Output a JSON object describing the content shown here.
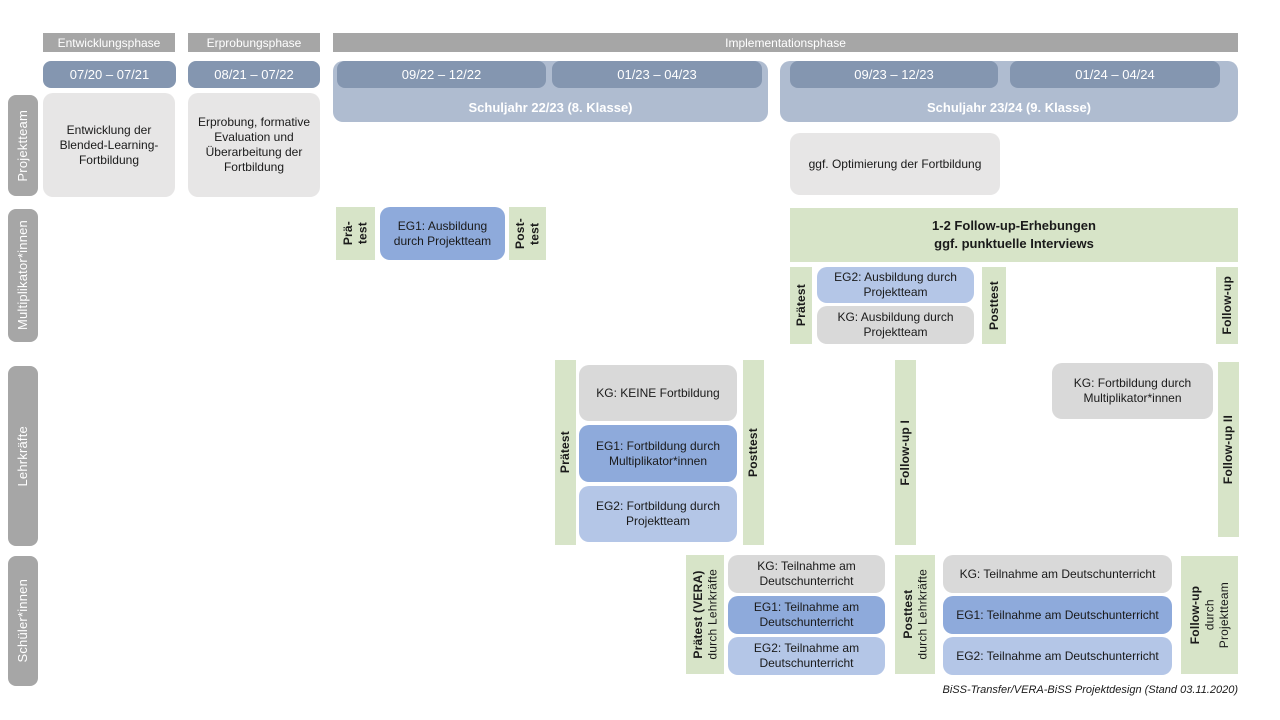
{
  "header": {
    "phases": {
      "p1": "Entwicklungsphase",
      "p2": "Erprobungsphase",
      "p3": "Implementationsphase"
    },
    "periods": {
      "d1": "07/20 – 07/21",
      "d2": "08/21 – 07/22",
      "d3": "09/22 – 12/22",
      "d4": "01/23 – 04/23",
      "d5": "09/23 – 12/23",
      "d6": "01/24 – 04/24"
    },
    "school_years": {
      "y1": "Schuljahr 22/23 (8. Klasse)",
      "y2": "Schuljahr 23/24 (9. Klasse)"
    }
  },
  "row_labels": {
    "projektteam": "Projektteam",
    "multiplikatoren": "Multiplikator*innen",
    "lehrkraefte": "Lehrkräfte",
    "schueler": "Schüler*innen"
  },
  "projektteam": {
    "entwicklung": "Entwicklung der Blended-Learning-Fortbildung",
    "erprobung": "Erprobung, formative Evaluation und Überarbeitung der Fortbildung",
    "optimierung": "ggf. Optimierung der Fortbildung"
  },
  "multiplikatoren": {
    "praetest_l1": "Prä-",
    "praetest_l2": "test",
    "eg1": "EG1: Ausbildung durch Projektteam",
    "posttest_l1": "Post-",
    "posttest_l2": "test",
    "followup_hdr_l1": "1-2 Follow-up-Erhebungen",
    "followup_hdr_l2": "ggf. punktuelle Interviews",
    "praetest2": "Prätest",
    "eg2": "EG2: Ausbildung durch Projektteam",
    "kg": "KG: Ausbildung durch Projektteam",
    "posttest2": "Posttest",
    "followup": "Follow-up"
  },
  "lehrkraefte": {
    "praetest": "Prätest",
    "kg": "KG: KEINE Fortbildung",
    "eg1": "EG1: Fortbildung durch Multiplikator*innen",
    "eg2": "EG2: Fortbildung durch Projektteam",
    "posttest": "Posttest",
    "followup1": "Follow-up I",
    "kg2": "KG: Fortbildung durch Multiplikator*innen",
    "followup2": "Follow-up II"
  },
  "schueler": {
    "praetest_l1": "Prätest (VERA)",
    "praetest_l2": "durch Lehrkräfte",
    "kg1": "KG: Teilnahme am Deutschunterricht",
    "eg1a": "EG1: Teilnahme am Deutschunterricht",
    "eg2a": "EG2: Teilnahme am Deutschunterricht",
    "posttest_l1": "Posttest",
    "posttest_l2": "durch Lehrkräfte",
    "kg2": "KG: Teilnahme am Deutschunterricht",
    "eg1b": "EG1: Teilnahme am Deutschunterricht",
    "eg2b": "EG2: Teilnahme am Deutschunterricht",
    "followup_l1": "Follow-up",
    "followup_l2": "durch",
    "followup_l3": "Projektteam"
  },
  "footer": {
    "caption": "BiSS-Transfer/VERA-BiSS Projektdesign (Stand 03.11.2020)"
  },
  "colors": {
    "phase_bar": "#a6a6a6",
    "period_bar": "#8496b0",
    "school_year_container": "#afbcd0",
    "projektteam_box": "#e7e6e6",
    "kg_gray": "#d9d9d9",
    "eg1_blue": "#8eaadb",
    "eg2_blue": "#b4c6e7",
    "green": "#d7e4c8",
    "row_label_gray": "#a6a6a6"
  }
}
